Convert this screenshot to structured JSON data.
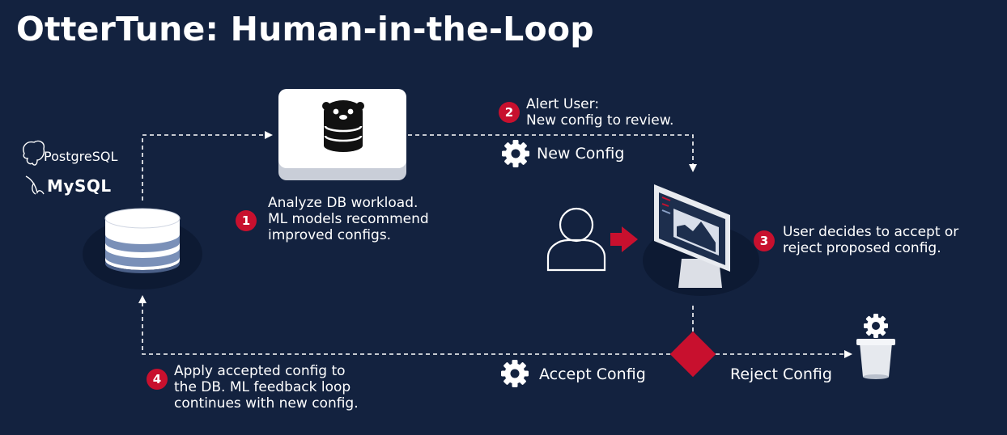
{
  "title": "OtterTune: Human-in-the-Loop",
  "databases": {
    "postgres": "PostgreSQL",
    "mysql": "MySQL"
  },
  "steps": [
    {
      "badge": "1",
      "lines": [
        "Analyze DB workload.",
        "ML models recommend",
        "improved configs."
      ]
    },
    {
      "badge": "2",
      "lines": [
        "Alert User:",
        "New config to review."
      ]
    },
    {
      "badge": "3",
      "lines": [
        "User decides to accept or",
        "reject proposed config."
      ]
    },
    {
      "badge": "4",
      "lines": [
        "Apply accepted config to",
        "the DB. ML feedback loop",
        "continues with new config."
      ]
    }
  ],
  "labels": {
    "new_config": "New Config",
    "accept_config": "Accept Config",
    "reject_config": "Reject Config"
  },
  "icons": {
    "otter": "otter-db-icon",
    "gear": "gear-icon",
    "user": "user-icon",
    "monitor": "monitor-icon",
    "trash": "trash-icon",
    "database": "database-icon",
    "decision": "decision-diamond-icon",
    "arrow": "arrow-right-icon"
  },
  "colors": {
    "background": "#13223f",
    "accent": "#c8102e",
    "text": "#ffffff",
    "line": "#ffffff"
  }
}
